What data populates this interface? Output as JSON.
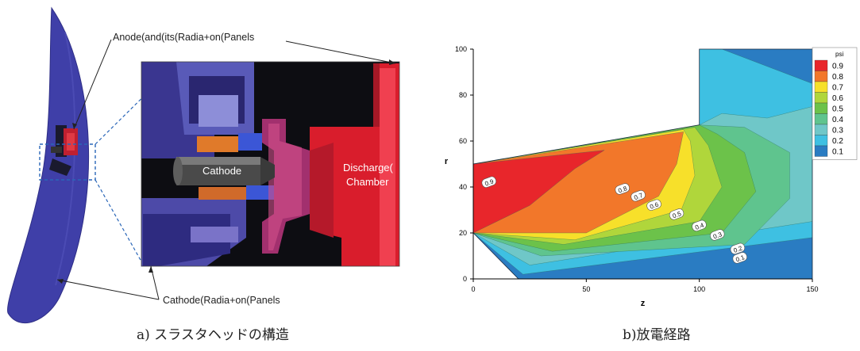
{
  "panel_a": {
    "caption": "a) スラスタヘッドの構造",
    "callout_anode": "Anode(and(its(Radia+on(Panels",
    "callout_cathode": "Cathode(Radia+on(Panels",
    "label_cathode": "Cathode",
    "label_discharge_line1": "Discharge(",
    "label_discharge_line2": "Chamber"
  },
  "panel_b": {
    "caption": "b)放電経路"
  },
  "chart_data": {
    "type": "heatmap",
    "xlabel": "z",
    "ylabel": "r",
    "xlim": [
      0,
      150
    ],
    "ylim": [
      0,
      100
    ],
    "x_ticks": [
      "0",
      "50",
      "100",
      "150"
    ],
    "y_ticks": [
      "0",
      "20",
      "40",
      "60",
      "80",
      "100"
    ],
    "legend_title": "psi",
    "legend_placement": "right",
    "levels": [
      {
        "label": "0.9",
        "value": 0.9,
        "color": "#e8262b"
      },
      {
        "label": "0.8",
        "value": 0.8,
        "color": "#f2772a"
      },
      {
        "label": "0.7",
        "value": 0.7,
        "color": "#f7e02a"
      },
      {
        "label": "0.6",
        "value": 0.6,
        "color": "#b0d63b"
      },
      {
        "label": "0.5",
        "value": 0.5,
        "color": "#6cc24a"
      },
      {
        "label": "0.4",
        "value": 0.4,
        "color": "#5fc48e"
      },
      {
        "label": "0.3",
        "value": 0.3,
        "color": "#6fc7c8"
      },
      {
        "label": "0.2",
        "value": 0.2,
        "color": "#3ec0e2"
      },
      {
        "label": "0.1",
        "value": 0.1,
        "color": "#2a7cc2"
      }
    ],
    "low_color": "#1f4f9a",
    "contour_labels": [
      {
        "text": "0.9",
        "z": 7,
        "r": 42
      },
      {
        "text": "0.8",
        "z": 66,
        "r": 39
      },
      {
        "text": "0.7",
        "z": 73,
        "r": 36
      },
      {
        "text": "0.6",
        "z": 80,
        "r": 32
      },
      {
        "text": "0.5",
        "z": 90,
        "r": 28
      },
      {
        "text": "0.4",
        "z": 100,
        "r": 23
      },
      {
        "text": "0.3",
        "z": 108,
        "r": 19
      },
      {
        "text": "0.2",
        "z": 117,
        "r": 13
      },
      {
        "text": "0.1",
        "z": 118,
        "r": 9
      }
    ]
  }
}
